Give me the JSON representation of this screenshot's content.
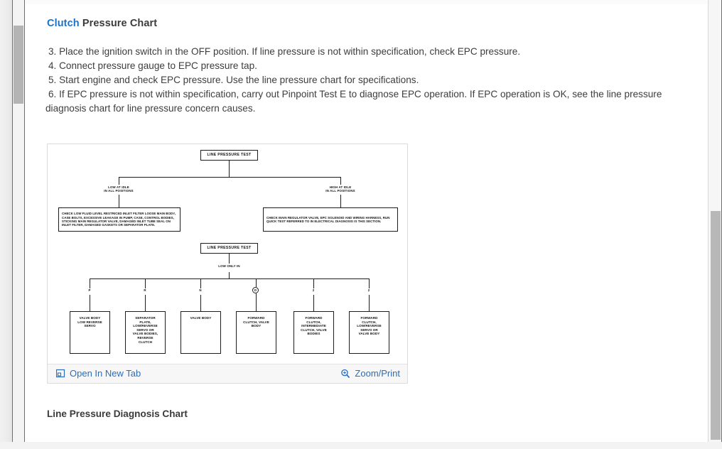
{
  "document": {
    "title_keyword": "Clutch",
    "title_rest": " Pressure Chart",
    "section_title": "Line Pressure Diagnosis Chart"
  },
  "steps": [
    "3. Place the ignition switch in the OFF position. If line pressure is not within specification, check EPC pressure.",
    "4. Connect pressure gauge to EPC pressure tap.",
    "5. Start engine and check EPC pressure. Use the line pressure chart for specifications.",
    "6. If EPC pressure is not within specification, carry out Pinpoint Test E to diagnose EPC operation. If EPC operation is OK, see the line pressure diagnosis chart for line pressure concern causes."
  ],
  "figure": {
    "footer": {
      "open_new_tab_label": "Open In New Tab",
      "open_new_tab_icon": "external-link-icon",
      "zoom_print_label": "Zoom/Print",
      "zoom_print_icon": "magnifier-plus-icon"
    }
  },
  "chart_data": {
    "type": "diagram",
    "title": "LINE PRESSURE TEST",
    "nodes": {
      "root_title": "LINE PRESSURE TEST",
      "branch_left_label": "LOW AT IDLE\nIN ALL POSITIONS",
      "branch_right_label": "HIGH AT IDLE\nIN ALL POSITIONS",
      "branch_left_box": "CHECK LOW FLUID LEVEL RESTRICED INLET FILTER LOOSE MAIN BODY, CASE BOLTS, EXCESSIVE LEAKAGE IN PUMP, CASE, CONTROL BODIES, STICKING MAIN REGULATOR VALVE, DAMAGED INLET TUBE SEAL ON INLET FILTER, DAMAGED GASKETS OR SEPARATOR PLATE.",
      "branch_right_box": "CHECK MAIN REGULATOR VALVE, EPC SOLENOID AND WIRING HARNESS, RUN QUICK TEST REFERRED TO IN ELECTRICAL DIAGNOSIS IS THIS SECTION.",
      "second_title": "LINE PRESSURE TEST",
      "second_subtitle": "LOW ONLY IN"
    },
    "gear_positions": [
      "P",
      "R",
      "N",
      "D",
      "2",
      "2"
    ],
    "gear_highlighted": "D",
    "leaf_boxes": [
      "VALVE BODY\nLOW REVERSE\nSERVO",
      "SEPARATOR\nPLATE,\nLOW/REVERSE\nSERVO OR\nVALVE BODIES,\nREVERSE\nCLUTCH",
      "VALVE BODY",
      "FORWARD\nCLUTCH, VALVE\nBODY",
      "FORWARD\nCLUTCH,\nINTERMEDIATE\nCLUTCH, VALVE\nBODIES",
      "FORWARD\nCLUTCH,\nLOW/REVERSE\nSERVO OR\nVALVE BODY"
    ]
  }
}
